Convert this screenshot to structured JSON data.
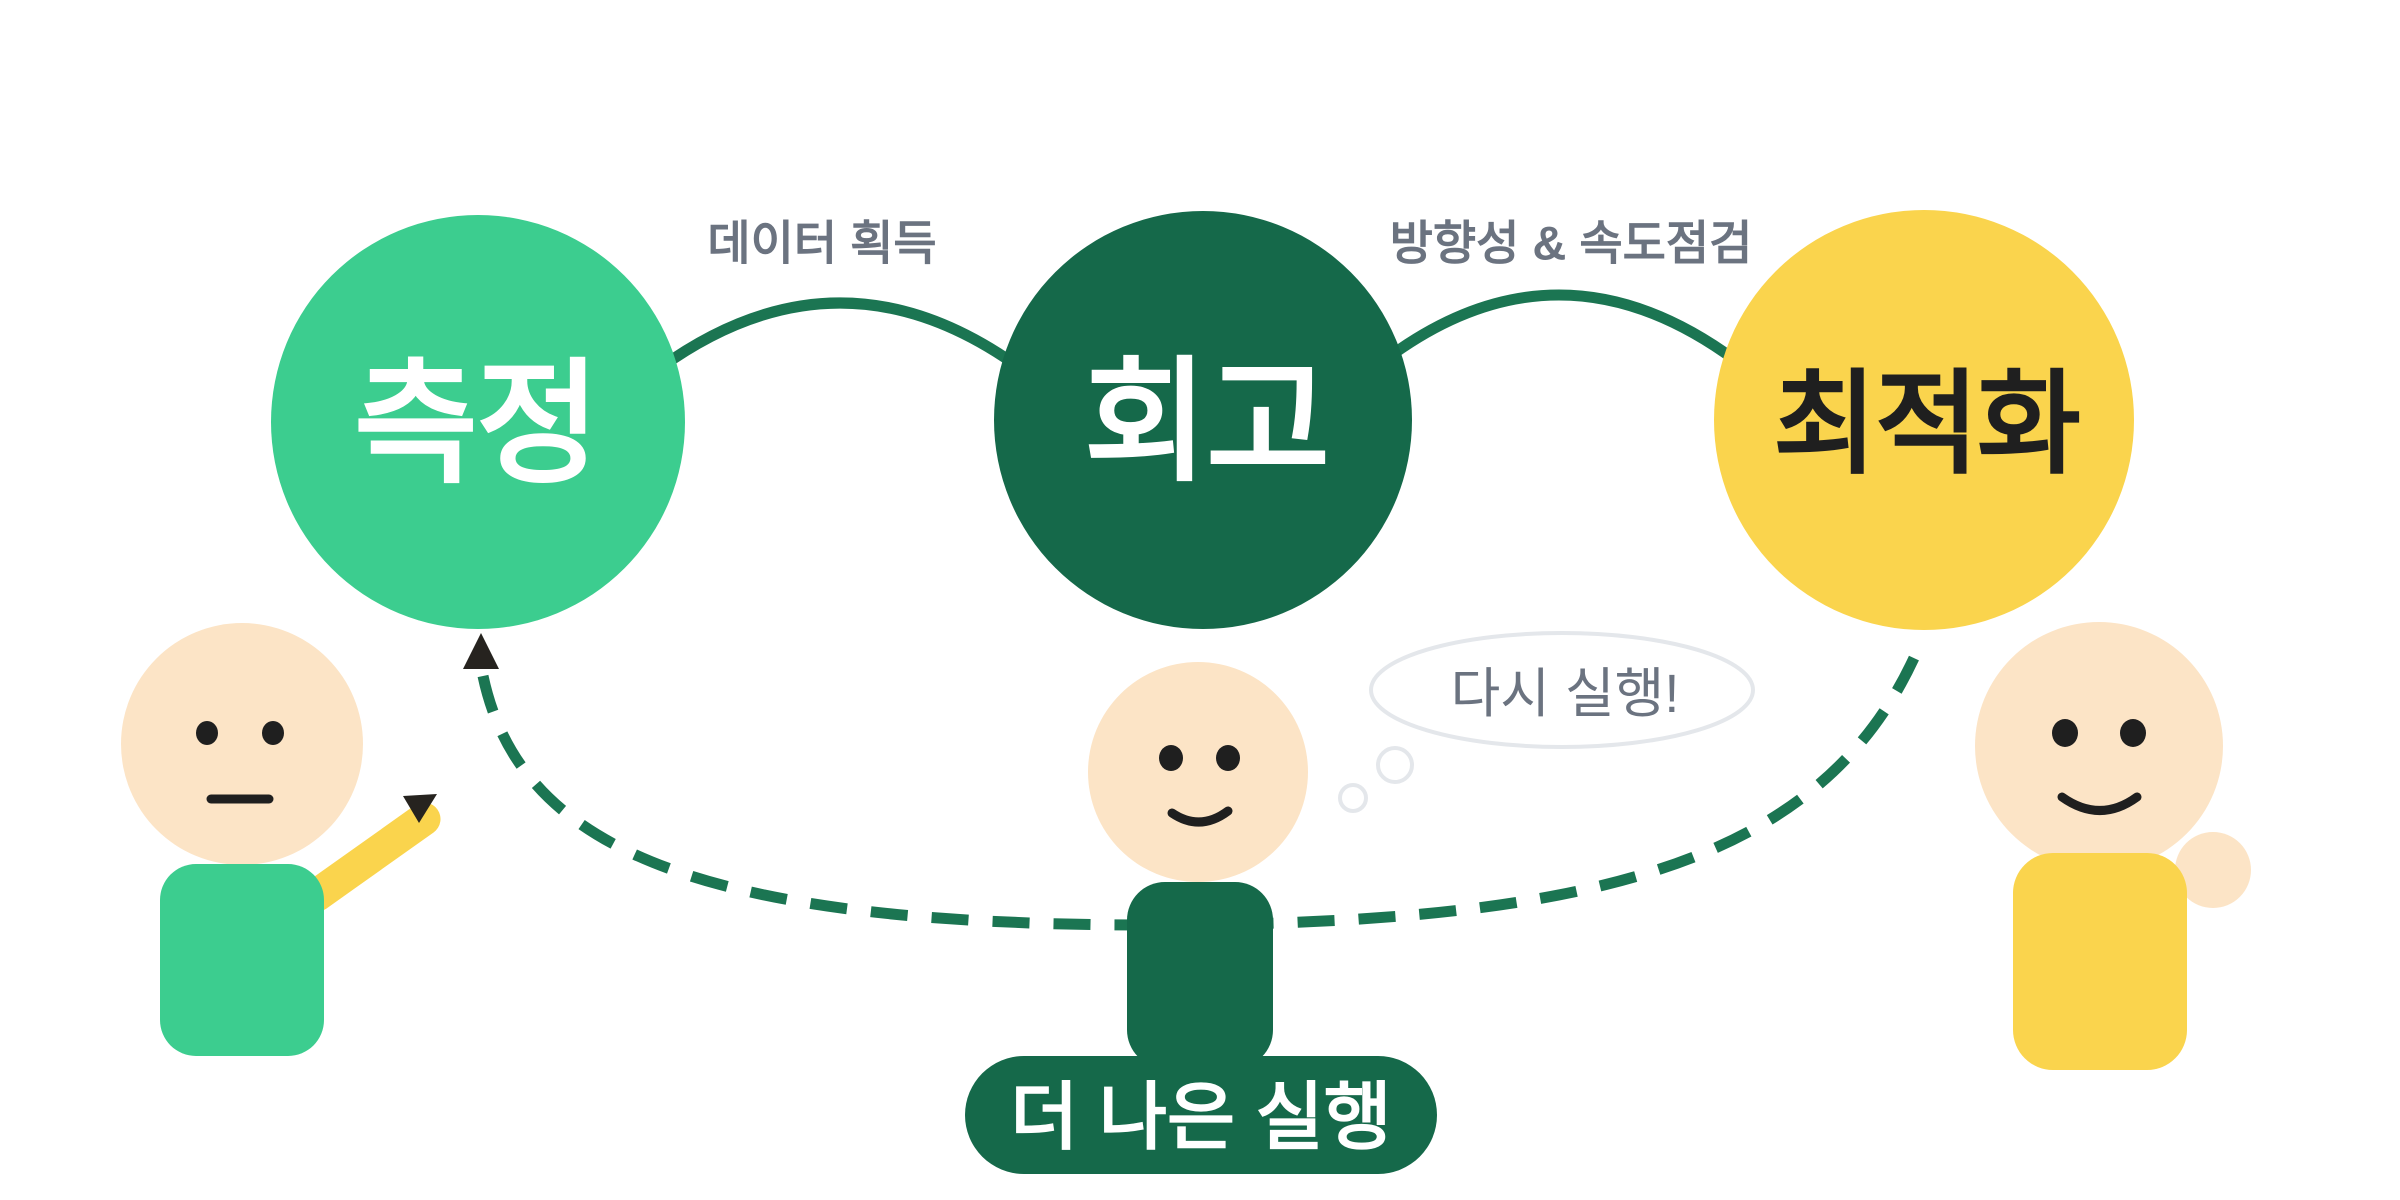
{
  "colors": {
    "background": "#FFFFFF",
    "mint": "#3CCD8F",
    "deep_green": "#15694A",
    "line_green": "#1B7552",
    "yellow": "#FAD44D",
    "skin": "#FCE4C6",
    "ink": "#1F1F1F",
    "arrow_black": "#26231F",
    "label_gray": "#6B7380",
    "bubble_border_gray": "#E4E7EB",
    "white": "#FFFFFF"
  },
  "cycle": {
    "steps": [
      {
        "label": "측정",
        "fill": "#3CCD8F",
        "text_color": "#FFFFFF"
      },
      {
        "label": "회고",
        "fill": "#15694A",
        "text_color": "#FFFFFF"
      },
      {
        "label": "최적화",
        "fill": "#FAD44D",
        "text_color": "#1F1F1F"
      }
    ],
    "connector_labels": [
      "데이터 획득",
      "방향성 & 속도점검"
    ],
    "thought_bubble_text": "다시 실행!",
    "badge_label": "더 나은 실행"
  }
}
